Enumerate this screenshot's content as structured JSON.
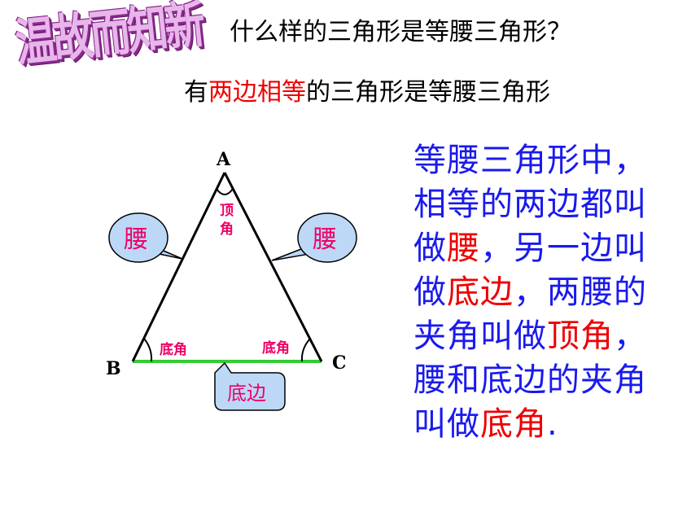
{
  "logo": {
    "text": "温故而知新"
  },
  "question": "什么样的三角形是等腰三角形？",
  "answer": {
    "before": "有",
    "highlight": "两边相等",
    "after": "的三角形是等腰三角形"
  },
  "diagram": {
    "vertices": {
      "a": "A",
      "b": "B",
      "c": "C"
    },
    "apex_angle_line1": "顶",
    "apex_angle_line2": "角",
    "base_angle_left": "底角",
    "base_angle_right": "底角",
    "leg_left": "腰",
    "leg_right": "腰",
    "base": "底边"
  },
  "description": {
    "p1": " 等腰三角形中，相等的两边都叫做",
    "t1": "腰",
    "p2": "，另一边叫做",
    "t2": "底边",
    "p3": "，两腰的夹角叫做",
    "t3": "顶角",
    "p4": "，腰和底边的夹角叫做",
    "t4": "底角",
    "p5": "."
  },
  "colors": {
    "highlight_red": "#ee0000",
    "description_blue": "#1a1aee",
    "label_pink": "#ee0066",
    "bubble_fill": "#bcd8f6",
    "base_line": "#33cc33",
    "logo_fill": "#e8b6ea",
    "logo_outline": "#8a2a8e"
  }
}
